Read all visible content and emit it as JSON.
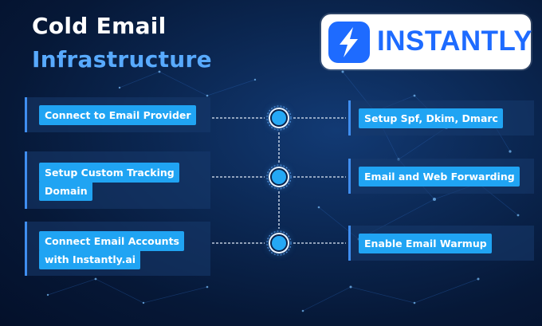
{
  "title": {
    "line1": "Cold Email",
    "line2": "Infrastructure"
  },
  "logo": {
    "icon": "lightning-bolt-icon",
    "text": "INSTANTLY"
  },
  "left_steps": [
    {
      "line1": "Connect to Email Provider"
    },
    {
      "line1": "Setup Custom Tracking",
      "line2": "Domain"
    },
    {
      "line1": "Connect Email Accounts",
      "line2": "with Instantly.ai"
    }
  ],
  "right_steps": [
    {
      "label": "Setup Spf, Dkim, Dmarc"
    },
    {
      "label": "Email and Web Forwarding"
    },
    {
      "label": "Enable Email Warmup"
    }
  ],
  "colors": {
    "background": "#0b2752",
    "accent": "#20a4f3",
    "title_highlight": "#58aaff",
    "brand": "#1e6bff"
  }
}
